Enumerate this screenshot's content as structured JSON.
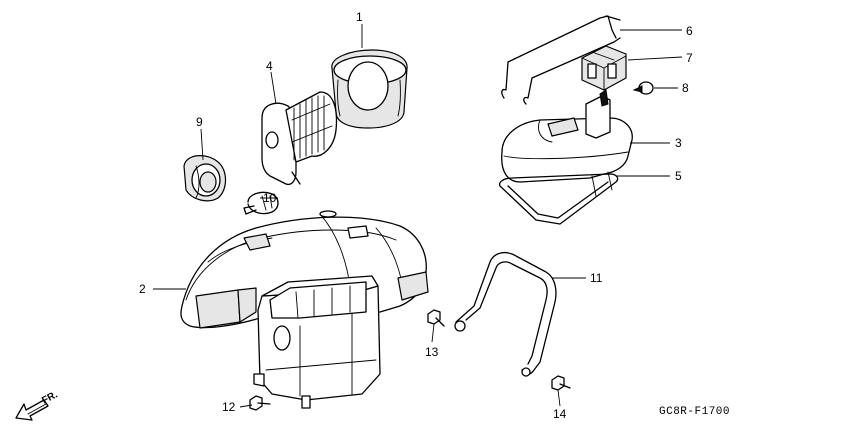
{
  "callouts": {
    "p1": "1",
    "p2": "2",
    "p3": "3",
    "p4": "4",
    "p5": "5",
    "p6": "6",
    "p7": "7",
    "p8": "8",
    "p9": "9",
    "p10": "10",
    "p11": "11",
    "p12": "12",
    "p13": "13",
    "p14": "14"
  },
  "front_indicator": "FR.",
  "diagram_code": "GC8R-F1700"
}
